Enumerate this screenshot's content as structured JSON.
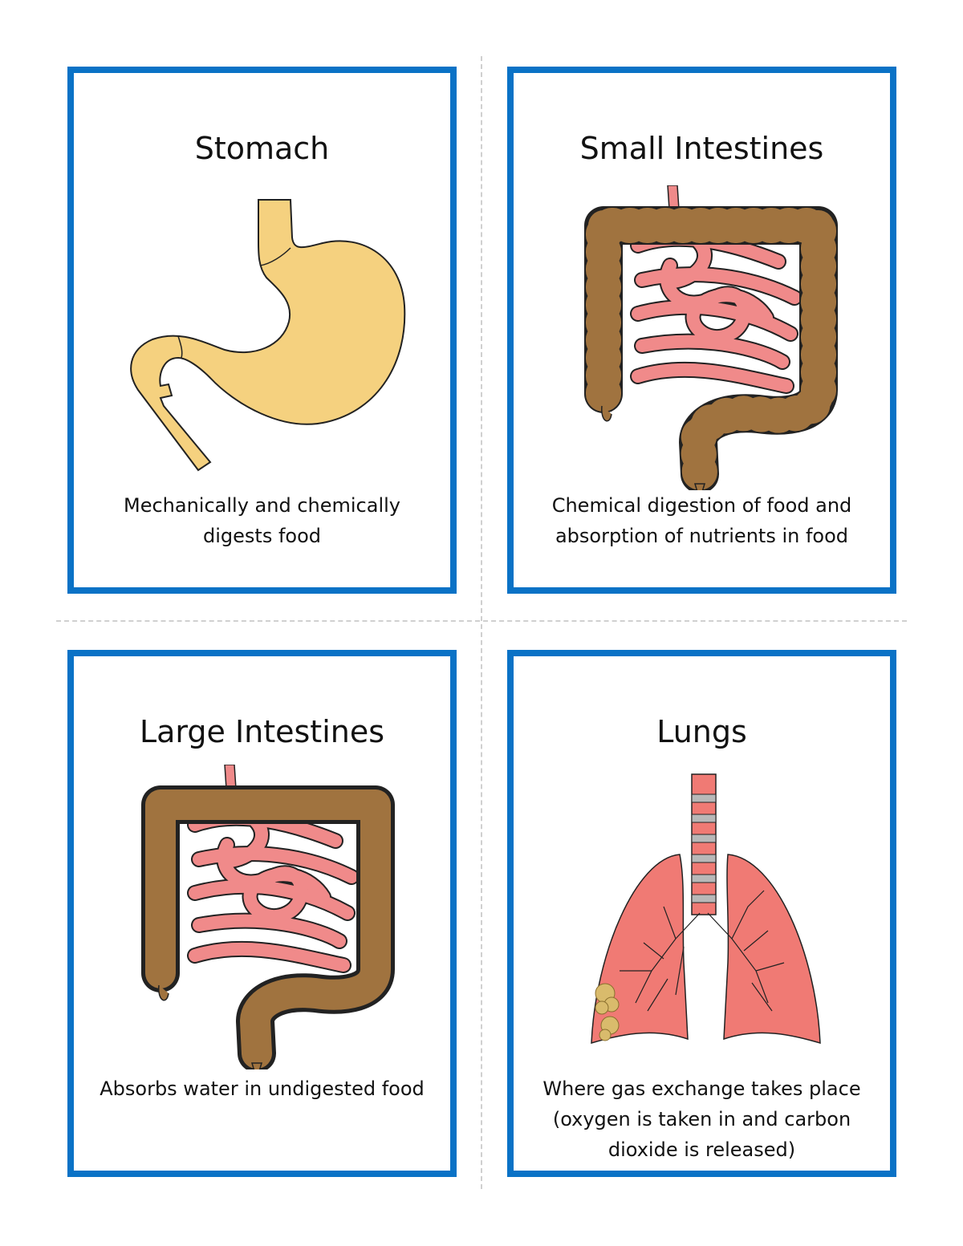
{
  "cards": [
    {
      "title": "Stomach",
      "description_lines": [
        "Mechanically and chemically",
        "digests food"
      ],
      "illustration": "stomach-illustration"
    },
    {
      "title": "Small Intestines",
      "description_lines": [
        "Chemical digestion of food and",
        "absorption of nutrients in food"
      ],
      "illustration": "intestines-illustration"
    },
    {
      "title": "Large Intestines",
      "description_lines": [
        "Absorbs water in undigested food"
      ],
      "illustration": "intestines-illustration"
    },
    {
      "title": "Lungs",
      "description_lines": [
        "Where gas exchange takes place",
        "(oxygen is taken in and carbon",
        "dioxide is released)"
      ],
      "illustration": "lungs-illustration"
    }
  ],
  "colors": {
    "card_border": "#0a72c6",
    "stomach": "#f5d17f",
    "colon": "#a0733f",
    "small_intestine": "#f08a8a",
    "lungs": "#f07a74",
    "trachea_ring": "#b8b8b8",
    "alveoli": "#d9bb6c"
  }
}
